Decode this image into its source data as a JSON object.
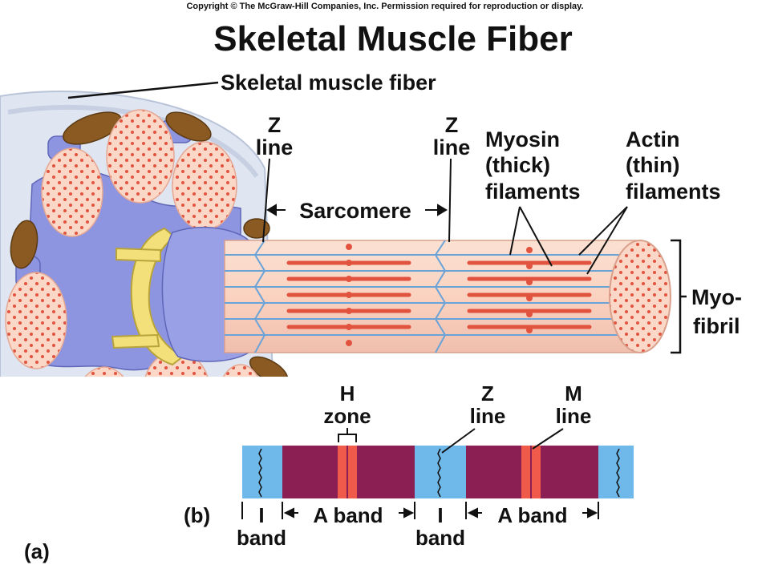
{
  "copyright": "Copyright © The McGraw-Hill Companies, Inc. Permission required for reproduction or display.",
  "title": "Skeletal Muscle Fiber",
  "labels": {
    "skeletal_muscle_fiber": "Skeletal muscle fiber",
    "z_line_1_a": "Z",
    "z_line_1_b": "line",
    "z_line_2_a": "Z",
    "z_line_2_b": "line",
    "sarcomere": "Sarcomere",
    "myosin_a": "Myosin",
    "myosin_b": "(thick)",
    "myosin_c": "filaments",
    "actin_a": "Actin",
    "actin_b": "(thin)",
    "actin_c": "filaments",
    "myofibril_a": "Myo-",
    "myofibril_b": "fibril",
    "h_zone_a": "H",
    "h_zone_b": "zone",
    "z_line_b_a": "Z",
    "z_line_b_b": "line",
    "m_line_a": "M",
    "m_line_b": "line",
    "panel_b": "(b)",
    "panel_a": "(a)",
    "i_band_1_a": "I",
    "i_band_1_b": "band",
    "a_band_1": "A band",
    "i_band_2_a": "I",
    "i_band_2_b": "band",
    "a_band_2": "A band"
  },
  "colors": {
    "sarcolemma": "#dfe6f2",
    "fibril_fill": "#fad7c6",
    "fibril_dots": "#e2533f",
    "sr_blue": "#8d94e0",
    "t_tubule": "#f3e07a",
    "mitochondria": "#8a5a22",
    "i_band": "#6fb8ea",
    "a_band": "#8b1e53",
    "h_zone": "#f05a4a",
    "thick": "#e2533f",
    "thin": "#6aa3d8"
  }
}
